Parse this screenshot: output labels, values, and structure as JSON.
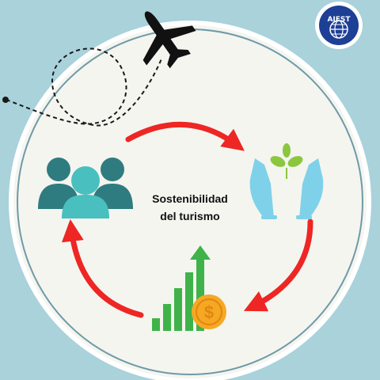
{
  "title": {
    "line1": "Sostenibilidad",
    "line2": "del turismo"
  },
  "logo": {
    "text": "AIEST"
  },
  "cycle_nodes": [
    {
      "icon": "people-icon"
    },
    {
      "icon": "hands-sprout-icon"
    },
    {
      "icon": "growth-chart-coin-icon"
    }
  ],
  "decor": {
    "plane_icon": "airplane-icon",
    "path": "dashed-flight-path"
  },
  "colors": {
    "background": "#a9d2db",
    "circle_fill": "#f4f5ef",
    "circle_stroke": "#6f9aa8",
    "arrow": "#ee2624",
    "people_dark": "#2f7c80",
    "people_light": "#49bfbf",
    "hands": "#7fd1ea",
    "leaf": "#8cc63f",
    "bars": "#3fb34a",
    "coin": "#f7a823",
    "logo_bg": "#1d3f96"
  }
}
